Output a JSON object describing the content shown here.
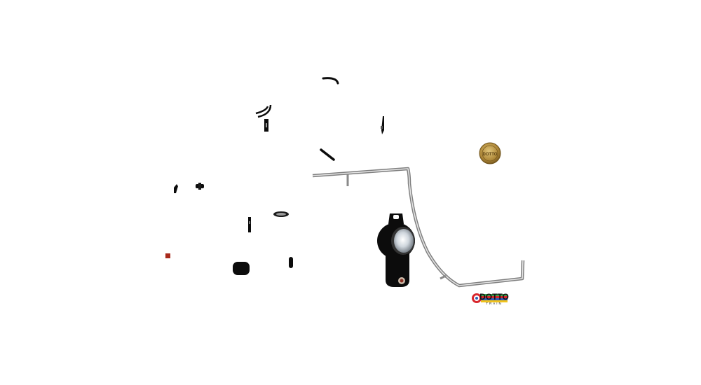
{
  "scene": {
    "background": "#ffffff",
    "subject": "exploded view of train parts"
  },
  "logo": {
    "main_text": "DOTTO",
    "sub_text": "TRAIN",
    "colors": {
      "red": "#d8262c",
      "green": "#3aa34a",
      "blue": "#2f5fb5",
      "yellow": "#f2c31b",
      "dark": "#111111"
    }
  },
  "coin": {
    "text": "DOTTO",
    "color": "#b08a3a"
  },
  "colors": {
    "black_part": "#0c0c0c",
    "chrome": "#a9a9a9",
    "chrome_light": "#e2e2e2",
    "lamp_glass": "#cfd6dd",
    "red_light": "#a82a1c"
  }
}
